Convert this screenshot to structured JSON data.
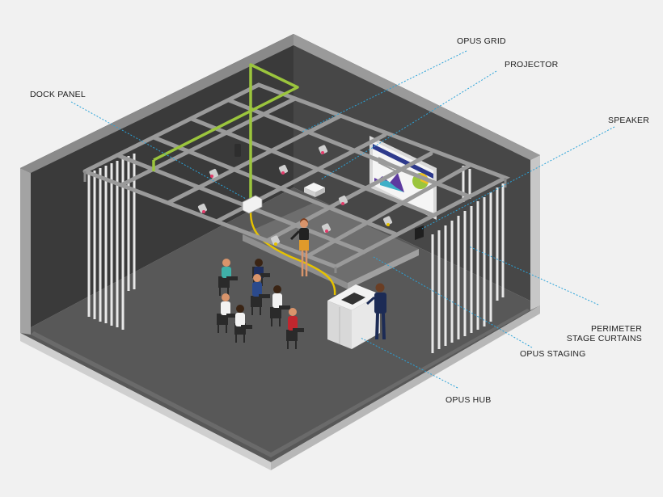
{
  "labels": {
    "opus_grid": "OPUS GRID",
    "projector": "PROJECTOR",
    "dock_panel": "DOCK PANEL",
    "speaker": "SPEAKER",
    "perimeter_line1": "PERIMETER",
    "perimeter_line2": "STAGE CURTAINS",
    "opus_staging": "OPUS STAGING",
    "opus_hub": "OPUS HUB"
  },
  "colors": {
    "background": "#f1f1f1",
    "floor": "#585858",
    "wall_back_left": "#3b3b3b",
    "wall_back_right": "#4a4a4a",
    "grid_pipe": "#9a9a9a",
    "power_cable": "#9bc53d",
    "floor_cable": "#e6c200",
    "leader_line": "#2aa3d9",
    "curtain": "#e8e8e8"
  }
}
